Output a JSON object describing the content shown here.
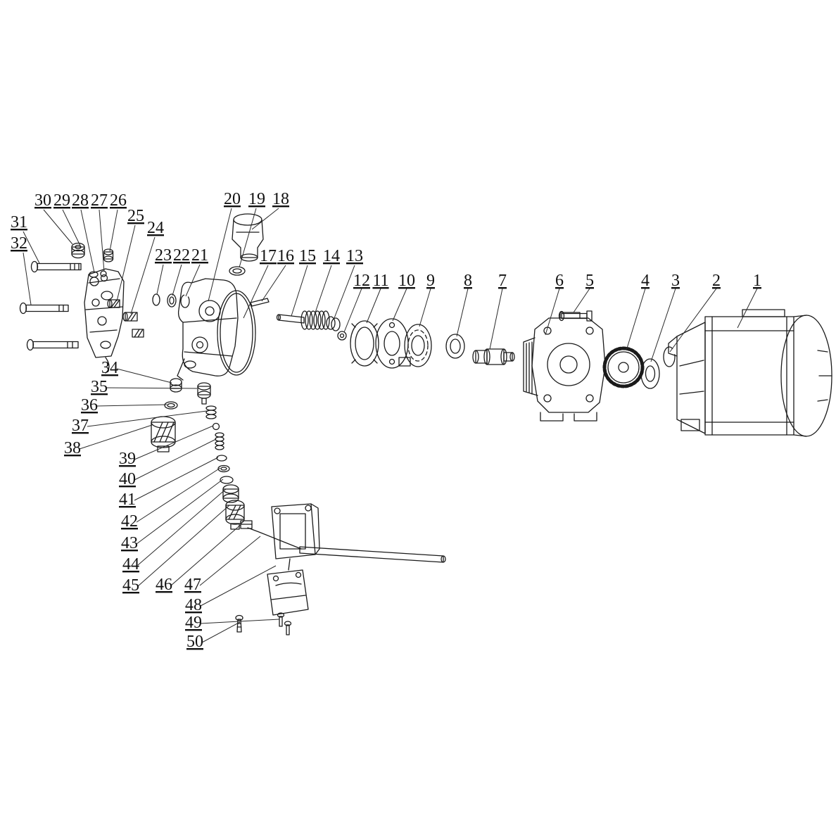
{
  "page": {
    "background_color": "#ffffff",
    "ink_color": "#1a1a1a"
  },
  "diagram": {
    "type": "exploded-parts-diagram",
    "labels": [
      {
        "text": "1"
      },
      {
        "text": "2"
      },
      {
        "text": "3"
      },
      {
        "text": "4"
      },
      {
        "text": "5"
      },
      {
        "text": "6"
      },
      {
        "text": "7"
      },
      {
        "text": "8"
      },
      {
        "text": "9"
      },
      {
        "text": "10"
      },
      {
        "text": "11"
      },
      {
        "text": "12"
      },
      {
        "text": "13"
      },
      {
        "text": "14"
      },
      {
        "text": "15"
      },
      {
        "text": "16"
      },
      {
        "text": "17"
      },
      {
        "text": "18"
      },
      {
        "text": "19"
      },
      {
        "text": "20"
      },
      {
        "text": "21"
      },
      {
        "text": "22"
      },
      {
        "text": "23"
      },
      {
        "text": "24"
      },
      {
        "text": "25"
      },
      {
        "text": "26"
      },
      {
        "text": "27"
      },
      {
        "text": "28"
      },
      {
        "text": "29"
      },
      {
        "text": "30"
      },
      {
        "text": "31"
      },
      {
        "text": "32"
      },
      {
        "text": "34"
      },
      {
        "text": "35"
      },
      {
        "text": "36"
      },
      {
        "text": "37"
      },
      {
        "text": "38"
      },
      {
        "text": "39"
      },
      {
        "text": "40"
      },
      {
        "text": "41"
      },
      {
        "text": "42"
      },
      {
        "text": "43"
      },
      {
        "text": "44"
      },
      {
        "text": "45"
      },
      {
        "text": "46"
      },
      {
        "text": "47"
      },
      {
        "text": "48"
      },
      {
        "text": "49"
      },
      {
        "text": "50"
      }
    ]
  }
}
